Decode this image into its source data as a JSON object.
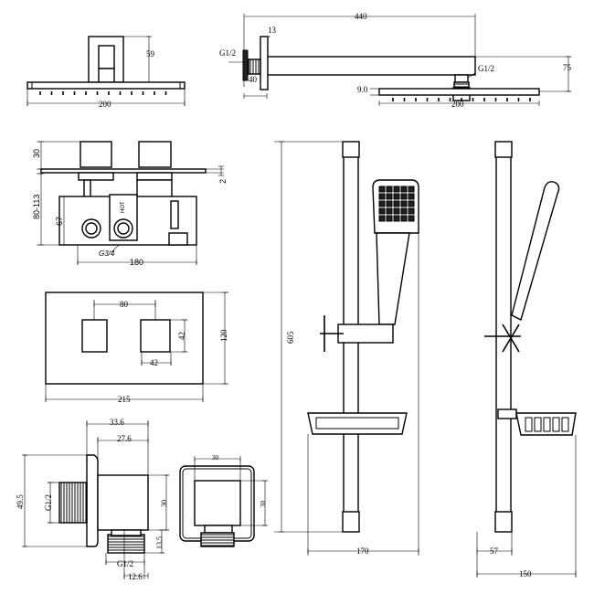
{
  "rain_head_front": {
    "height": "59",
    "width": "200"
  },
  "rain_head_side": {
    "arm_length": "440",
    "flange": "13",
    "inlet_thread": "G1/2",
    "flange_depth": "40",
    "head_thread": "G1/2",
    "drop": "75",
    "plate_thickness": "9.0",
    "width": "200"
  },
  "valve_body": {
    "knob_height": "30",
    "plate_gap": "2",
    "depth_range": "80-113",
    "body_height": "67",
    "inlet_thread": "G3/4",
    "hot_label": "HOT",
    "width": "180"
  },
  "trim_plate": {
    "knob_spacing": "80",
    "knob_height": "42",
    "plate_height": "120",
    "knob_width": "42",
    "plate_width": "215"
  },
  "slide_rail": {
    "height": "605",
    "projection": "170",
    "rail_offset": "57",
    "total_depth": "150"
  },
  "wall_outlet": {
    "depth_total": "33.6",
    "depth_body": "27.6",
    "flange_height": "49.5",
    "rear_thread": "G1/2",
    "body_height": "30",
    "thread_length": "13.5",
    "outlet_thread": "G1/2",
    "thread_offset": "12.6",
    "front_width": "30",
    "front_height": "30"
  }
}
